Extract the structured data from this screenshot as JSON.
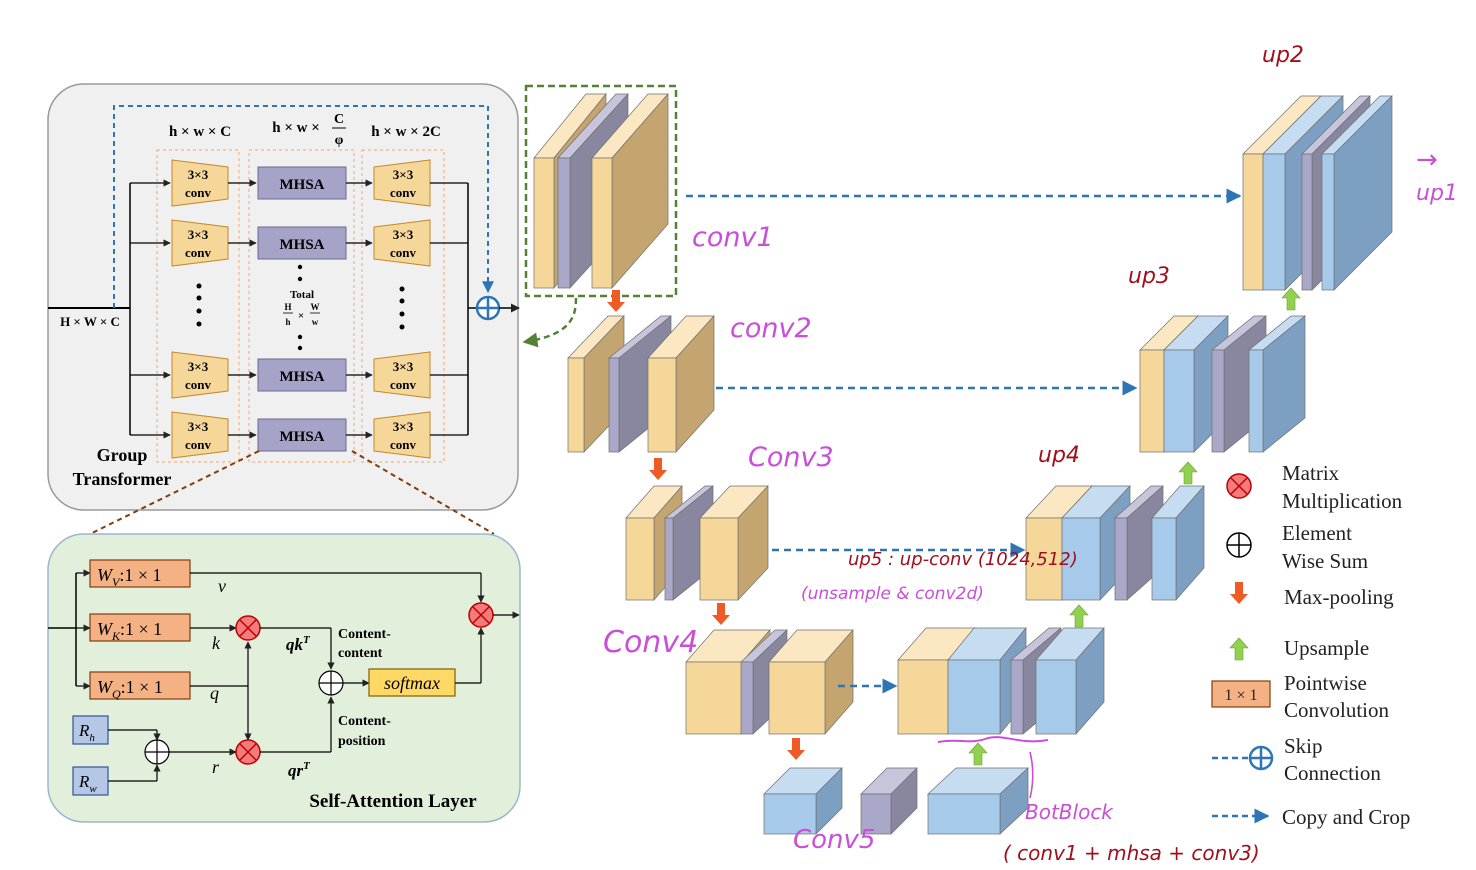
{
  "group_transformer": {
    "title_line1": "Group",
    "title_line2": "Transformer",
    "input_dim": "H × W × C",
    "col_dim_1": "h × w × C",
    "col_dim_2_prefix": "h × w ×",
    "col_dim_2_num": "C",
    "col_dim_2_den": "φ",
    "col_dim_3": "h × w × 2C",
    "conv_line1": "3×3",
    "conv_line2": "conv",
    "mhsa": "MHSA",
    "total_label": "Total",
    "total_frac_H": "H",
    "total_frac_h": "h",
    "total_times": "×",
    "total_frac_W": "W",
    "total_frac_w": "w"
  },
  "self_attention": {
    "title": "Self-Attention Layer",
    "wv": "W",
    "wv_sub": "V",
    "wk": "W",
    "wk_sub": "K",
    "wq": "W",
    "wq_sub": "Q",
    "kernel": ":1 × 1",
    "v": "v",
    "k": "k",
    "q": "q",
    "r": "r",
    "qkT": "qk",
    "qrT": "qr",
    "sup_T": "T",
    "content_content_1": "Content-",
    "content_content_2": "content",
    "content_position_1": "Content-",
    "content_position_2": "position",
    "softmax": "softmax",
    "rh": "R",
    "rh_sub": "h",
    "rw": "R",
    "rw_sub": "w"
  },
  "unet_annotations": {
    "conv1": "conv1",
    "conv2": "conv2",
    "conv3": "Conv3",
    "conv4": "Conv4",
    "conv5": "Conv5",
    "up2": "up2",
    "up3": "up3",
    "up4": "up4",
    "up1_arrow": "→",
    "up1": "up1",
    "up5": "up5 : up-conv (1024,512)",
    "up5_note": "(unsample & conv2d)",
    "botblock": "BotBlock",
    "botblock_note": "( conv1 + mhsa + conv3)"
  },
  "legend": {
    "matrix_multiplication_1": "Matrix",
    "matrix_multiplication_2": "Multiplication",
    "element_wise_sum_1": "Element",
    "element_wise_sum_2": "Wise Sum",
    "max_pooling": "Max-pooling",
    "upsample": "Upsample",
    "pointwise_box": "1 × 1",
    "pointwise_1": "Pointwise",
    "pointwise_2": "Convolution",
    "skip_1": "Skip",
    "skip_2": "Connection",
    "copy_crop": "Copy and Crop"
  },
  "colors": {
    "tan": "#f6d79a",
    "tan_side": "#c4a56f",
    "purple": "#a9a8c8",
    "purple_side": "#88879f",
    "blue": "#a7c9ea",
    "blue_side": "#7d9fc2",
    "mhsa": "#a5a3c7",
    "pointwise": "#f4b183",
    "softmax": "#ffd966",
    "r_box": "#b4c7e7",
    "red_circle": "#f27c7c",
    "orange_arrow": "#f05a24",
    "green_arrow": "#92d050",
    "dash_blue": "#2e75b6",
    "dash_green": "#548235",
    "hand_magenta": "#c84fd8",
    "hand_red": "#a0101c",
    "gt_bg": "#f0f0f0",
    "sa_bg": "#e2efda"
  }
}
